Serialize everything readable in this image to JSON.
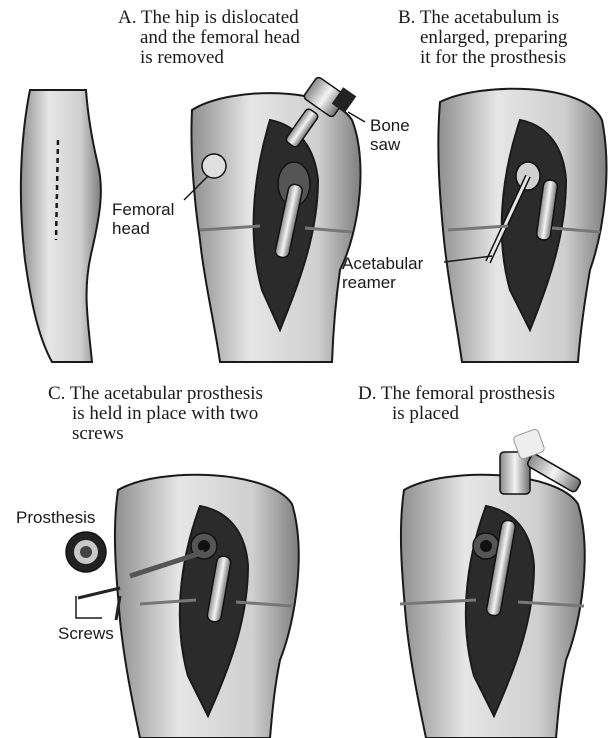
{
  "panels": {
    "a": {
      "caption_lines": [
        "A. The hip is dislocated",
        "and the femoral head",
        "is removed"
      ]
    },
    "b": {
      "caption_lines": [
        "B. The acetabulum is",
        "enlarged, preparing",
        "it for the prosthesis"
      ]
    },
    "c": {
      "caption_lines": [
        "C. The acetabular prosthesis",
        "is held in place with two",
        "screws"
      ]
    },
    "d": {
      "caption_lines": [
        "D. The femoral prosthesis",
        "is placed"
      ]
    }
  },
  "labels": {
    "bone_saw": [
      "Bone",
      "saw"
    ],
    "femoral_head": [
      "Femoral",
      "head"
    ],
    "acetabular_reamer": [
      "Acetabular",
      "reamer"
    ],
    "prosthesis": "Prosthesis",
    "screws": "Screws"
  },
  "colors": {
    "ink": "#1a1a1a",
    "skin": "#d9d9d9",
    "skin_shade": "#a9a9a9",
    "wound": "#2b2b2b",
    "metal": "#e8e8e8"
  }
}
